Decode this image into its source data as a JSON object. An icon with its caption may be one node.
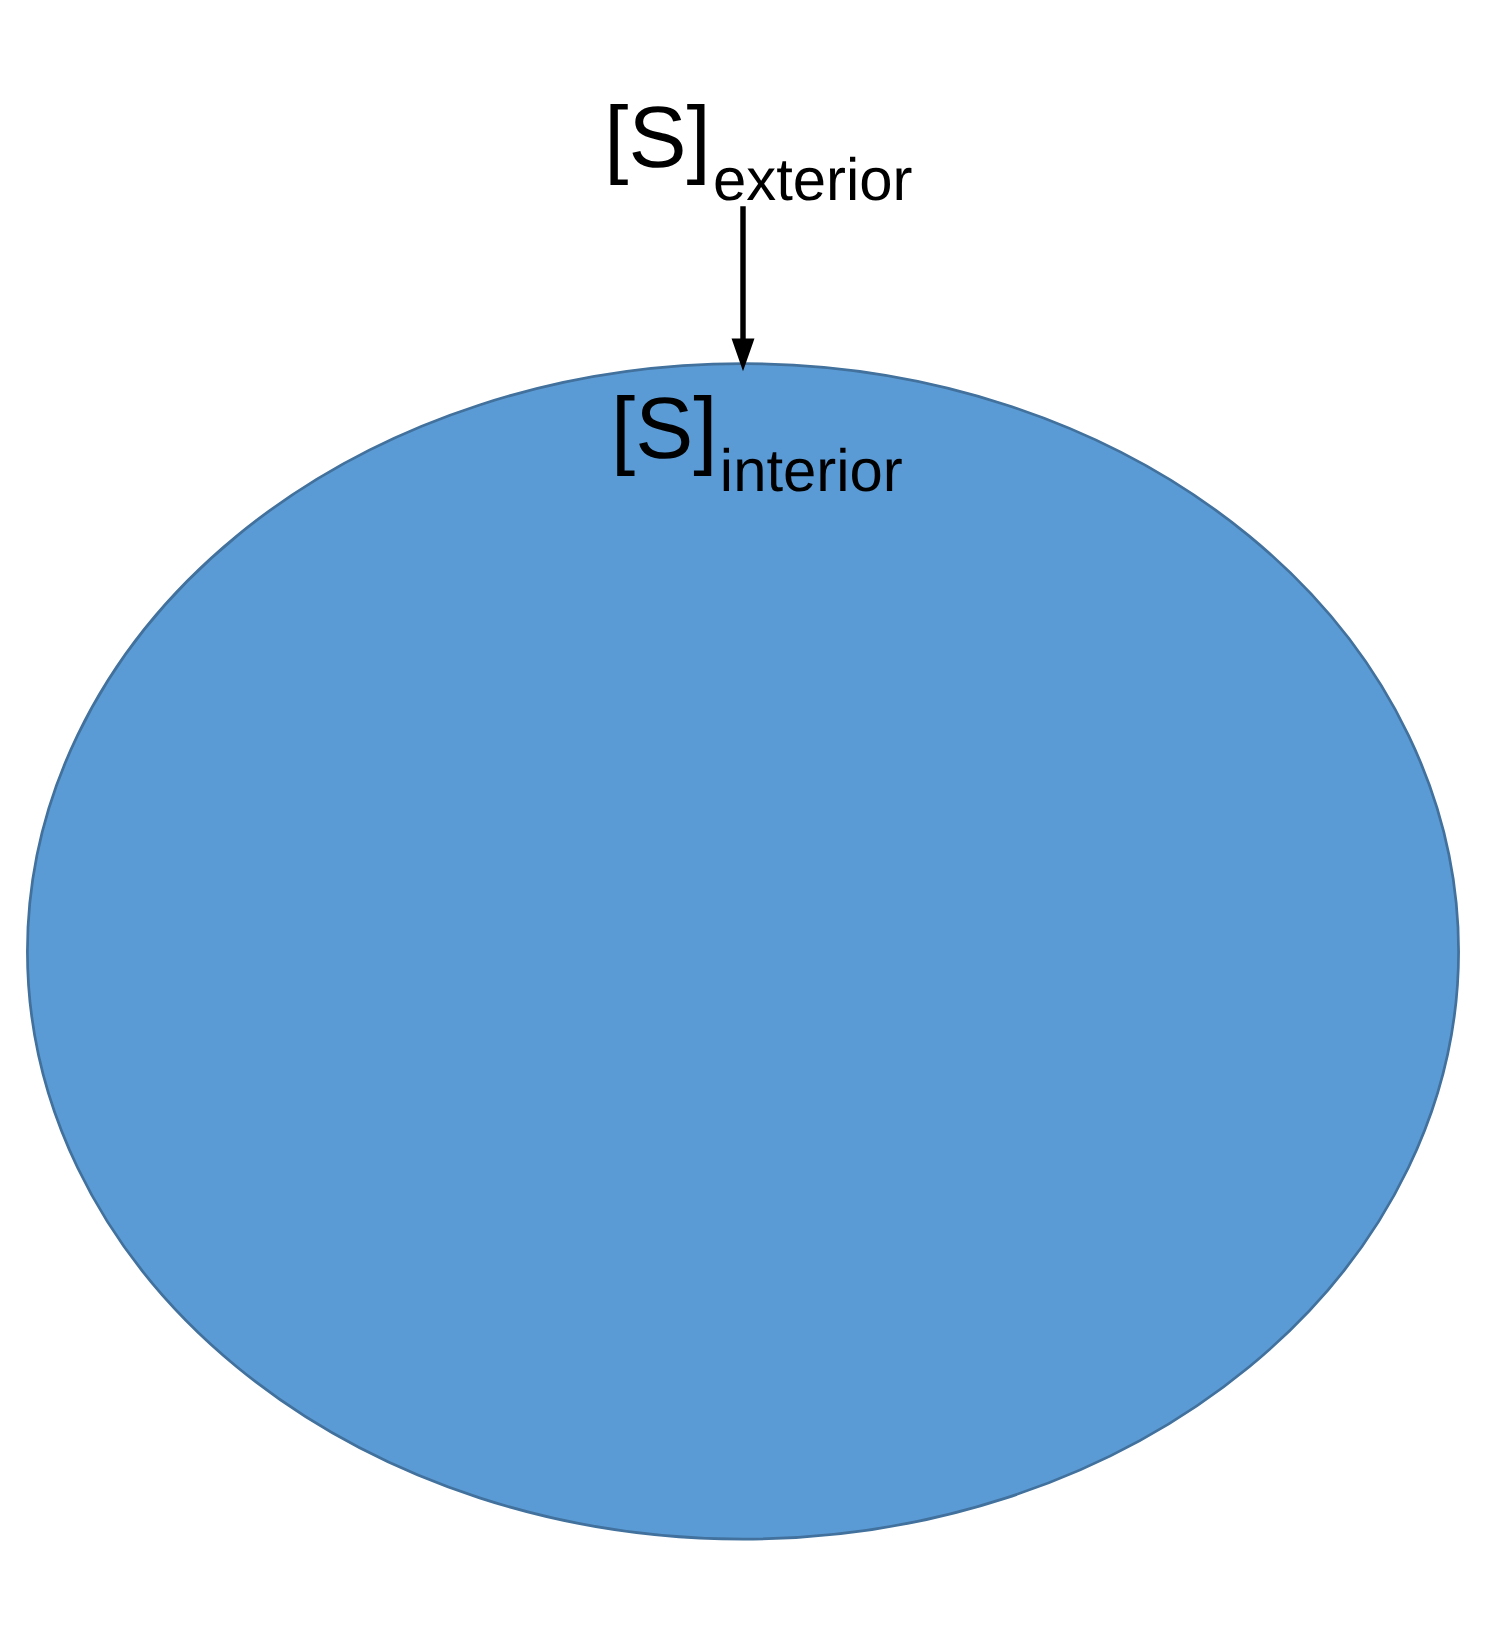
{
  "diagram": {
    "nodes": [
      {
        "text": [
          "[S]$_{exterior}$"
        ]
      },
      {
        "text": [
          "[S]$_{interior}$"
        ]
      }
    ],
    "edges": [
      {
        "from": 0,
        "to": 1,
        "arrow": "to"
      }
    ]
  }
}
